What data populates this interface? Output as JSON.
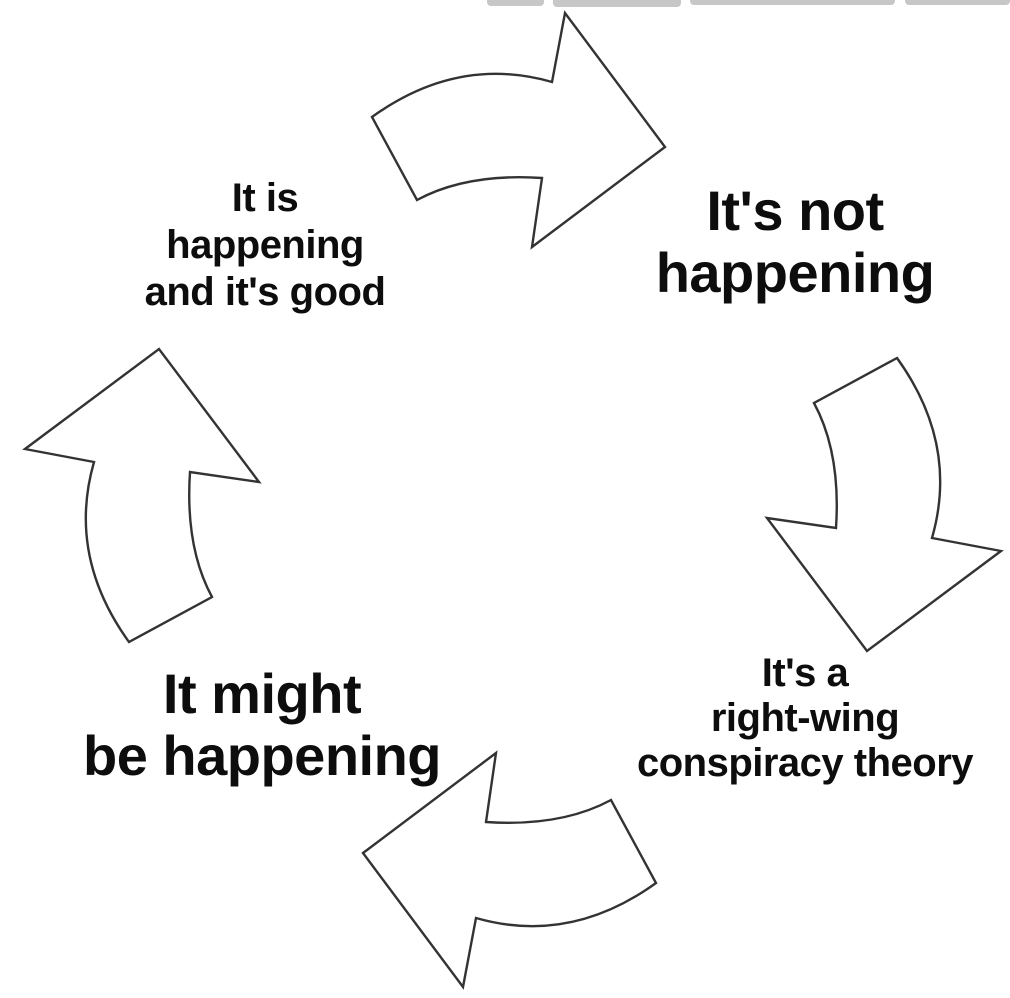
{
  "page": {
    "background": "#ffffff"
  },
  "artifacts": {
    "description": "cropped browser ui strips at top edge",
    "top_edge_color": "#c7c7c7"
  },
  "diagram": {
    "type": "cycle",
    "stroke_color": "#333333",
    "text_color": "#0d0d0d",
    "arrow_fill": "#ffffff",
    "nodes": [
      {
        "id": "top-left",
        "label": "It is\nhappening\nand it's good"
      },
      {
        "id": "top-right",
        "label": "It's not\nhappening"
      },
      {
        "id": "bottom-right",
        "label": "It's a\nright-wing\nconspiracy theory"
      },
      {
        "id": "bottom-left",
        "label": "It might\nbe happening"
      }
    ],
    "edges": [
      {
        "from": "top-left",
        "to": "top-right",
        "arrow": "curved-arrow-pointing-right"
      },
      {
        "from": "top-right",
        "to": "bottom-right",
        "arrow": "curved-arrow-pointing-down"
      },
      {
        "from": "bottom-right",
        "to": "bottom-left",
        "arrow": "curved-arrow-pointing-left"
      },
      {
        "from": "bottom-left",
        "to": "top-left",
        "arrow": "curved-arrow-pointing-up"
      }
    ]
  }
}
